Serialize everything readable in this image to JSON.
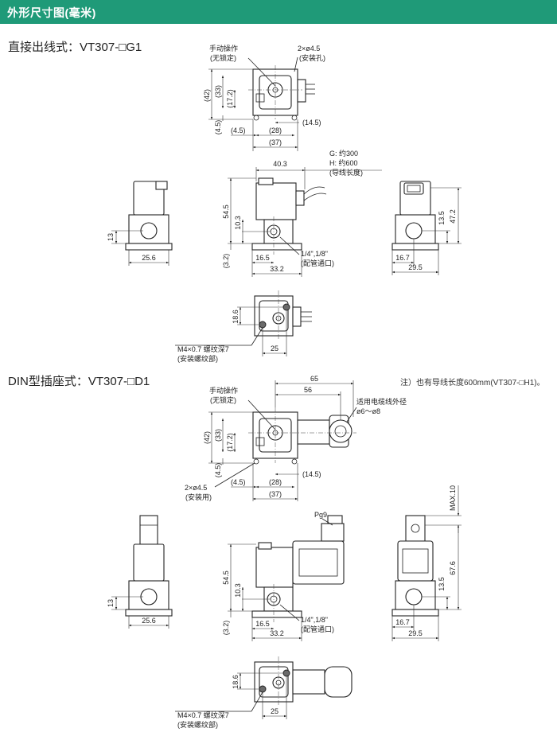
{
  "header": {
    "title": "外形尺寸图(毫米)"
  },
  "section1": {
    "title": "直接出线式：VT307-□G1",
    "labels": {
      "manual_op": "手动操作",
      "manual_op_sub": "(无锁定)",
      "holes": "2×ø4.5",
      "holes_sub": "(安装孔)",
      "lead_g": "G: 约300",
      "lead_h": "H: 约600",
      "lead_sub": "(导线长度)",
      "port": "1/4\",1/8\"",
      "port_sub": "(配管通口)",
      "thread": "M4×0.7  螺纹深7",
      "thread_sub": "(安装螺纹部)"
    },
    "dims": {
      "d42": "(42)",
      "d33": "(33)",
      "d172": "(17.2)",
      "d45v": "(4.5)",
      "d45h": "(4.5)",
      "d28": "(28)",
      "d145": "(14.5)",
      "d37": "(37)",
      "d403": "40.3",
      "d545": "54.5",
      "d103": "10.3",
      "d32": "(3.2)",
      "d165": "16.5",
      "d332": "33.2",
      "d13": "13",
      "d256": "25.6",
      "d135": "13.5",
      "d472": "47.2",
      "d167": "16.7",
      "d295": "29.5",
      "d186": "18.6",
      "d25": "25"
    }
  },
  "section2": {
    "title": "DIN型插座式：VT307-□D1",
    "note": "注）也有导线长度600mm(VT307-□H1)。",
    "labels": {
      "manual_op": "手动操作",
      "manual_op_sub": "(无锁定)",
      "cable": "适用电缆线外径",
      "cable_sub": "ø6～ø8",
      "holes": "2×ø4.5",
      "holes_sub": "(安装用)",
      "pg": "Pg9",
      "port": "1/4\",1/8\"",
      "port_sub": "(配管通口)",
      "thread": "M4×0.7  螺纹深7",
      "thread_sub": "(安装螺纹部)"
    },
    "dims": {
      "d65": "65",
      "d56": "56",
      "d42": "(42)",
      "d33": "(33)",
      "d172": "(17.2)",
      "d45v": "(4.5)",
      "d45h": "(4.5)",
      "d28": "(28)",
      "d145": "(14.5)",
      "d37": "(37)",
      "dmax10": "MAX.10",
      "d545": "54.5",
      "d103": "10.3",
      "d32": "(3.2)",
      "d165": "16.5",
      "d332": "33.2",
      "d13": "13",
      "d256": "25.6",
      "d135": "13.5",
      "d676": "67.6",
      "d167": "16.7",
      "d295": "29.5",
      "d186": "18.6",
      "d25": "25"
    }
  }
}
